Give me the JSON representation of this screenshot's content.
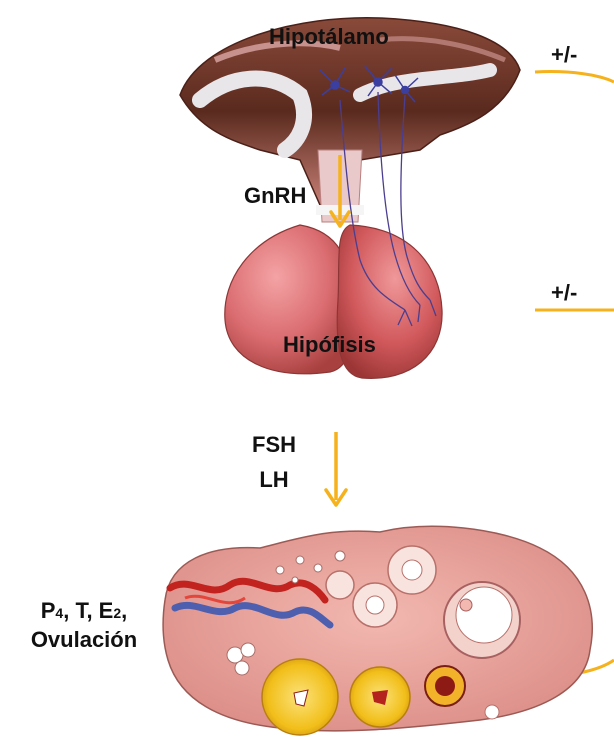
{
  "labels": {
    "hypothalamus": "Hipotálamo",
    "feedback_top": "+/-",
    "feedback_middle": "+/-",
    "gnrh": "GnRH",
    "pituitary": "Hipófisis",
    "fsh": "FSH",
    "lh": "LH",
    "ovary_outputs": {
      "p": "P",
      "p_sub": "4",
      "p_after": ", T, E",
      "e_sub": "2",
      "e_after": ",",
      "ovulation": "Ovulación"
    }
  },
  "colors": {
    "arrow": "#F5B21C",
    "pituitary_pink": "#D9676B",
    "brain_brown": "#6B3324",
    "ovary_pink": "#E8A39C",
    "corpus_luteum": "#F2C21E"
  }
}
